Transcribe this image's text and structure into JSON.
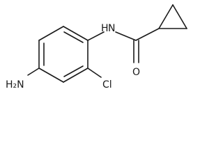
{
  "molecule": {
    "atoms": {
      "amine": "H₂N",
      "chloro": "Cl",
      "amide_nh": "N",
      "amide_h": "H",
      "carbonyl_o": "O"
    }
  },
  "colors": {
    "bond": "#1a1a1a",
    "label": "#1a1a1a",
    "background": "#ffffff"
  }
}
